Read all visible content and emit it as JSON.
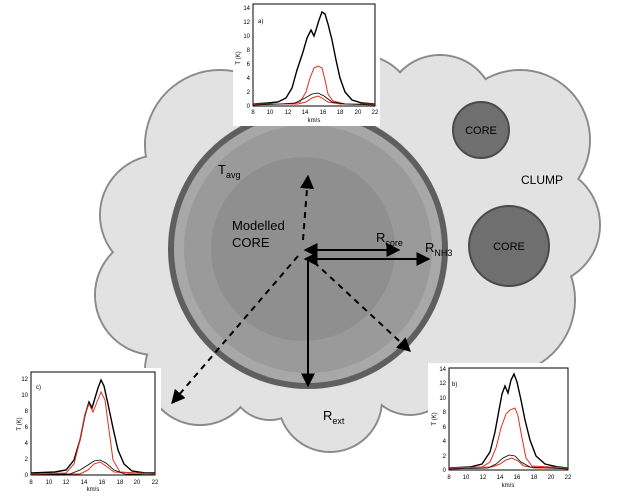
{
  "diagram": {
    "labels": {
      "t_avg": {
        "main": "T",
        "sub": "avg"
      },
      "modelled_core": [
        "Modelled",
        "CORE"
      ],
      "r_core": {
        "main": "R",
        "sub": "core"
      },
      "r_nh3": {
        "main": "R",
        "sub": "NH3"
      },
      "r_ext": {
        "main": "R",
        "sub": "ext"
      },
      "clump": "CLUMP",
      "core_top": "CORE",
      "core_right": "CORE"
    },
    "colors": {
      "cloud_fill": "#e2e2e2",
      "cloud_stroke": "#8a8a8a",
      "outer_ring": "#5f5f5f",
      "ext_shell": "#a8a8a8",
      "nh3_shell": "#9a9a9a",
      "core_disk": "#8f8f8f",
      "small_core": "#6f6f6f",
      "spectrum_total": "#000000",
      "spectrum_model": "#e0301e"
    }
  },
  "spectra": {
    "panel_a": {
      "label": "a)",
      "ylabel": "T (K)",
      "xlabel": "km/s",
      "xticks": [
        "8",
        "10",
        "12",
        "14",
        "16",
        "18",
        "20",
        "22"
      ],
      "yticks": [
        "0",
        "2",
        "4",
        "6",
        "8",
        "10",
        "12",
        "14"
      ]
    },
    "panel_b": {
      "label": "b)",
      "ylabel": "T (K)",
      "xlabel": "km/s",
      "xticks": [
        "8",
        "10",
        "12",
        "14",
        "16",
        "18",
        "20",
        "22"
      ],
      "yticks": [
        "0",
        "2",
        "4",
        "6",
        "8",
        "10",
        "12",
        "14"
      ]
    },
    "panel_c": {
      "label": "c)",
      "ylabel": "T (K)",
      "xlabel": "km/s",
      "xticks": [
        "8",
        "10",
        "12",
        "14",
        "16",
        "18",
        "20",
        "22"
      ],
      "yticks": [
        "0",
        "2",
        "4",
        "6",
        "8",
        "10",
        "12"
      ]
    }
  }
}
